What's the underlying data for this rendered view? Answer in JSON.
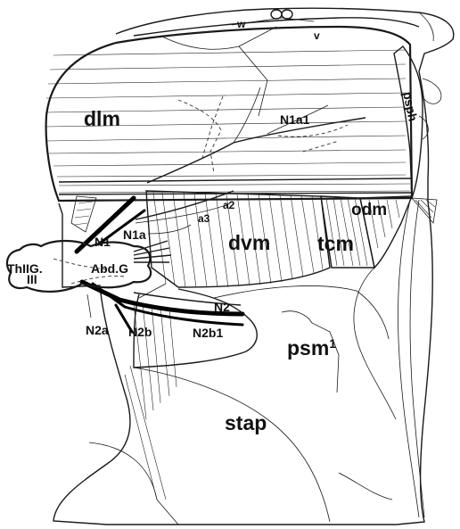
{
  "labels": {
    "w": "w",
    "v": "v",
    "psph": "psph",
    "dlm": "dlm",
    "N1a1": "N1a1",
    "odm": "odm",
    "a2": "a2",
    "a3": "a3",
    "N1": "N1",
    "N1a": "N1a",
    "dvm": "dvm",
    "tcm": "tcm",
    "ThIIG": "ThIIG.",
    "III": "III",
    "AbdG": "Abd.G",
    "N2": "N2",
    "N2a": "N2a",
    "N2b": "N2b",
    "N2b1": "N2b1",
    "psm": "psm",
    "psm_sup": "1",
    "stap": "stap"
  }
}
